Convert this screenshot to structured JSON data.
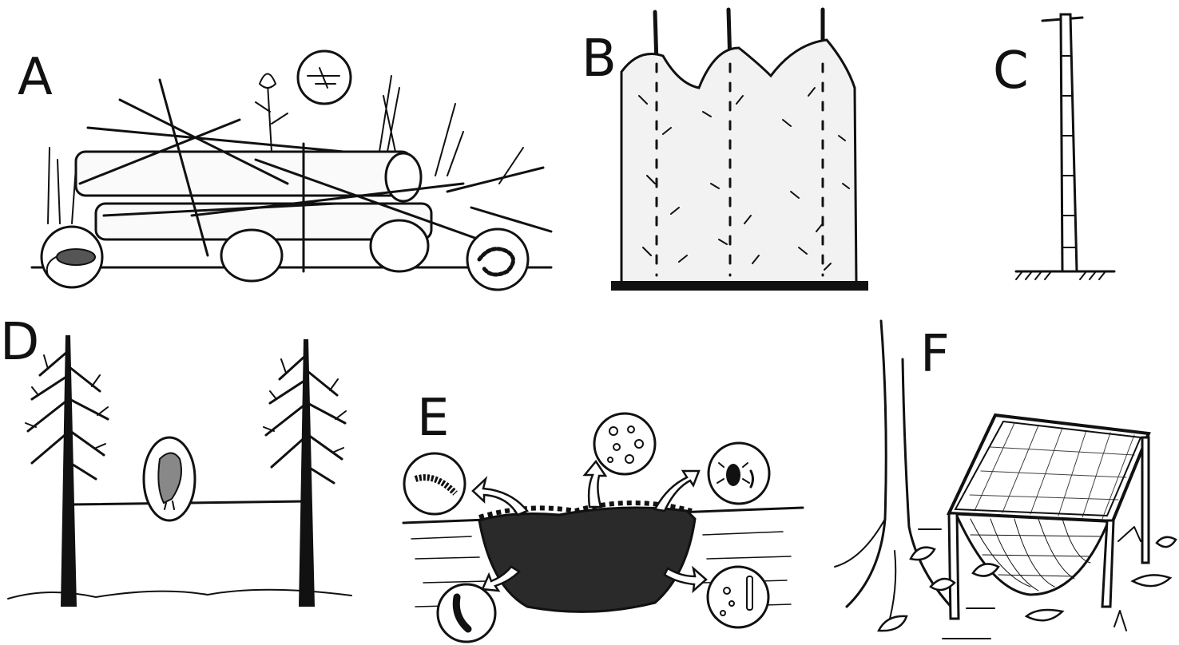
{
  "figure": {
    "panels": [
      {
        "id": "A",
        "label": "A",
        "subject": "brush-pile"
      },
      {
        "id": "B",
        "label": "B",
        "subject": "hedge-wall"
      },
      {
        "id": "C",
        "label": "C",
        "subject": "bamboo-pole"
      },
      {
        "id": "D",
        "label": "D",
        "subject": "perch-wire-between-trees"
      },
      {
        "id": "E",
        "label": "E",
        "subject": "compost-pit"
      },
      {
        "id": "F",
        "label": "F",
        "subject": "litter-trap"
      }
    ],
    "colors": {
      "ink": "#111111",
      "background": "#ffffff",
      "foliage": "#f2f2f2"
    },
    "icons": [
      "mouse-icon",
      "snake-icon",
      "flower-icon",
      "bird-icon",
      "centipede-icon",
      "seeds-icon",
      "beetle-icon",
      "worm-icon",
      "microbes-icon"
    ]
  }
}
